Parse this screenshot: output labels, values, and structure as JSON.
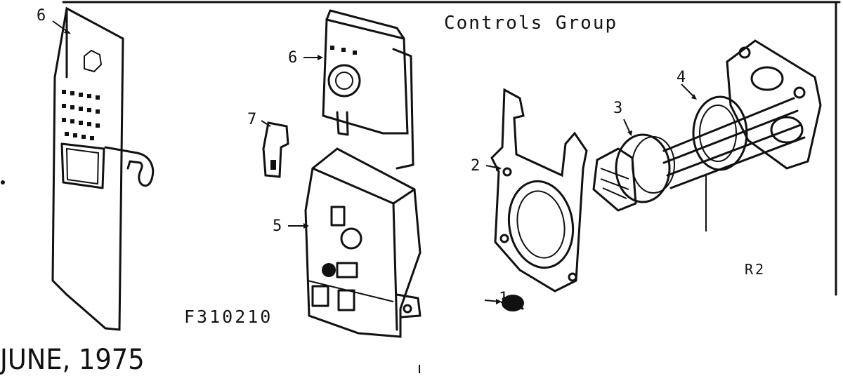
{
  "diagram": {
    "title": "Controls Group",
    "part_number": "F310210",
    "date": "JUNE, 1975",
    "figure_ref": "R2",
    "callouts": [
      "1",
      "2",
      "3",
      "4",
      "5",
      "6",
      "6",
      "7"
    ]
  }
}
